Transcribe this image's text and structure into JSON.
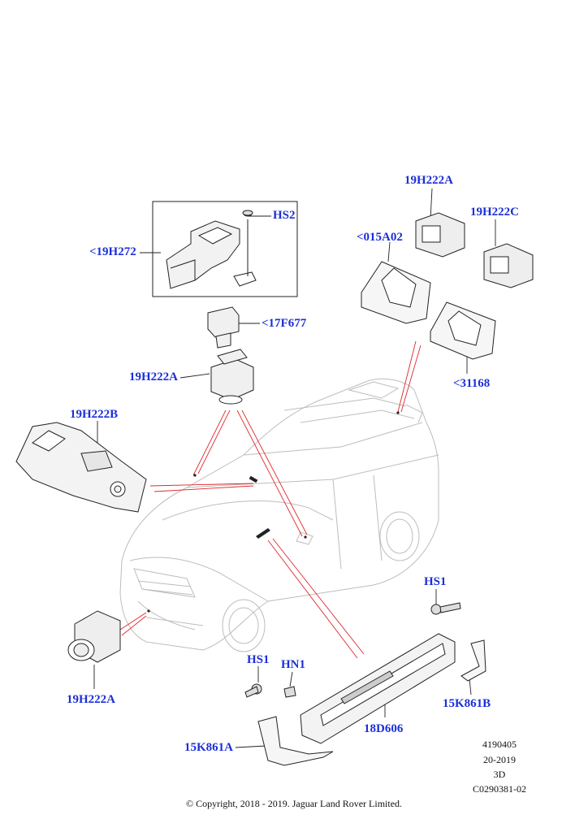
{
  "callouts": {
    "hs2": "HS2",
    "part_19h272": "<19H272",
    "part_17f677": "<17F677",
    "part_19h222a_top": "19H222A",
    "part_19h222b": "19H222B",
    "part_19h222a_right": "19H222A",
    "part_19h222c": "19H222C",
    "part_015a02": "<015A02",
    "part_31168": "<31168",
    "hs1_right": "HS1",
    "part_19h222a_bottom": "19H222A",
    "hs1_bottom": "HS1",
    "hn1": "HN1",
    "part_15k861b": "15K861B",
    "part_18d606": "18D606",
    "part_15k861a": "15K861A"
  },
  "meta": {
    "ref_number": "4190405",
    "date": "20-2019",
    "view": "3D",
    "drawing_code": "C0290381-02"
  },
  "copyright": "© Copyright, 2018 - 2019. Jaguar Land Rover Limited.",
  "colors": {
    "callout_text": "#1b2fd6",
    "leader_lines": "#e0262b",
    "car_outline": "#b8b8b8",
    "part_outline": "#222222"
  }
}
